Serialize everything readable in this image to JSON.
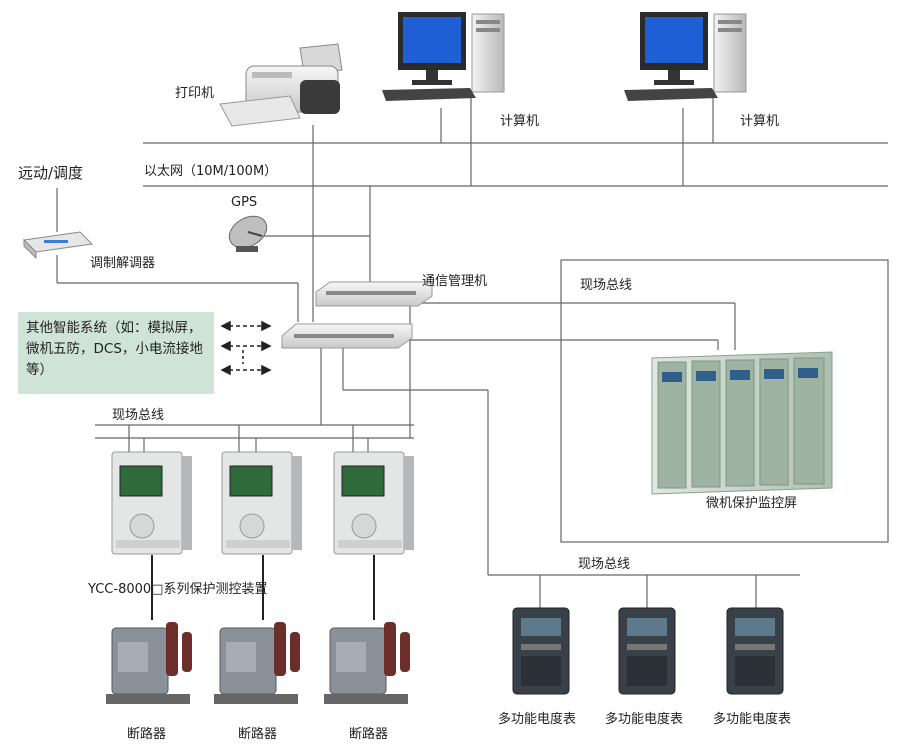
{
  "labels": {
    "printer": "打印机",
    "computer_1": "计算机",
    "computer_2": "计算机",
    "ethernet": "以太网（10M/100M）",
    "remote": "远动/调度",
    "gps": "GPS",
    "modem": "调制解调器",
    "comm_manager": "通信管理机",
    "field_bus_right": "现场总线",
    "field_bus_left": "现场总线",
    "field_bus_bottom": "现场总线",
    "other_systems": "其他智能系统（如：模拟屏，微机五防，DCS，小电流接地等）",
    "protection_screen": "微机保护监控屏",
    "ycc_device": "YCC-8000□系列保护测控装置",
    "breaker_1": "断路器",
    "breaker_2": "断路器",
    "breaker_3": "断路器",
    "meter_1": "多功能电度表",
    "meter_2": "多功能电度表",
    "meter_3": "多功能电度表"
  },
  "colors": {
    "line": "#666666",
    "monitor_screen": "#1f5fd6",
    "panel_green": "#cfe3d6",
    "cabinet": "#c9d8cb",
    "relay_screen": "#2f6b3a",
    "breaker_body": "#8a9199",
    "breaker_insulator": "#6b2e2a",
    "meter_body": "#3a4048"
  }
}
